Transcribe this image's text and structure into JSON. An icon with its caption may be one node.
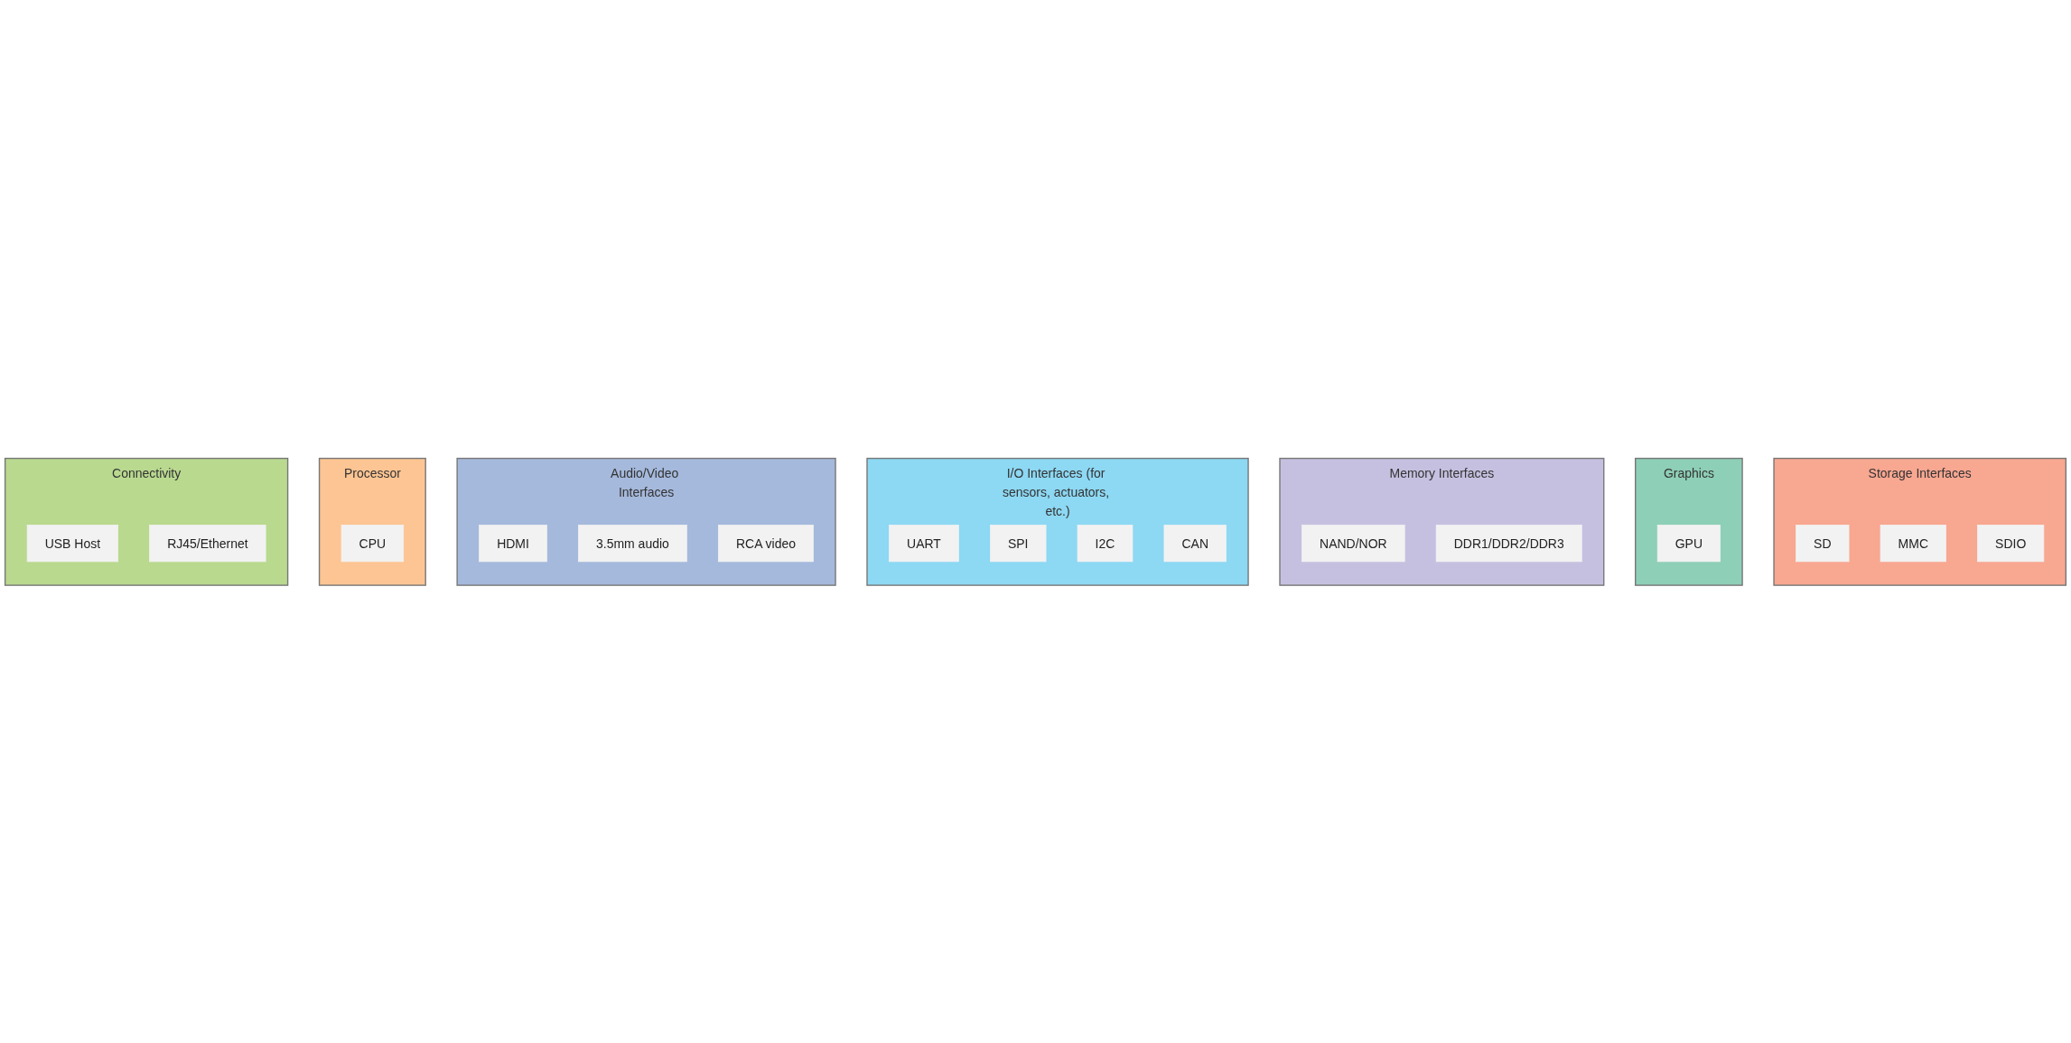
{
  "diagram": {
    "nodes": [
      {
        "text": [
          "Connectivity"
        ]
      },
      {
        "text": [
          "USB Host"
        ],
        "in": 0
      },
      {
        "text": [
          "RJ45/Ethernet"
        ],
        "in": 0
      },
      {
        "text": [
          "Processor"
        ]
      },
      {
        "text": [
          "CPU"
        ],
        "in": 3
      },
      {
        "text": [
          "Audio/Video Interfaces"
        ]
      },
      {
        "text": [
          "HDMI"
        ],
        "in": 5
      },
      {
        "text": [
          "3.5mm audio"
        ],
        "in": 5
      },
      {
        "text": [
          "RCA video"
        ],
        "in": 5
      },
      {
        "text": [
          "I/O Interfaces (for sensors, actuators, etc.)"
        ]
      },
      {
        "text": [
          "UART"
        ],
        "in": 9
      },
      {
        "text": [
          "SPI"
        ],
        "in": 9
      },
      {
        "text": [
          "I2C"
        ],
        "in": 9
      },
      {
        "text": [
          "CAN"
        ],
        "in": 9
      },
      {
        "text": [
          "Memory Interfaces"
        ]
      },
      {
        "text": [
          "NAND/NOR"
        ],
        "in": 14
      },
      {
        "text": [
          "DDR1/DDR2/DDR3"
        ],
        "in": 14
      },
      {
        "text": [
          "Graphics"
        ]
      },
      {
        "text": [
          "GPU"
        ],
        "in": 17
      },
      {
        "text": [
          "Storage Interfaces"
        ]
      },
      {
        "text": [
          "SD"
        ],
        "in": 19
      },
      {
        "text": [
          "MMC"
        ],
        "in": 19
      },
      {
        "text": [
          "SDIO"
        ],
        "in": 19
      }
    ]
  }
}
